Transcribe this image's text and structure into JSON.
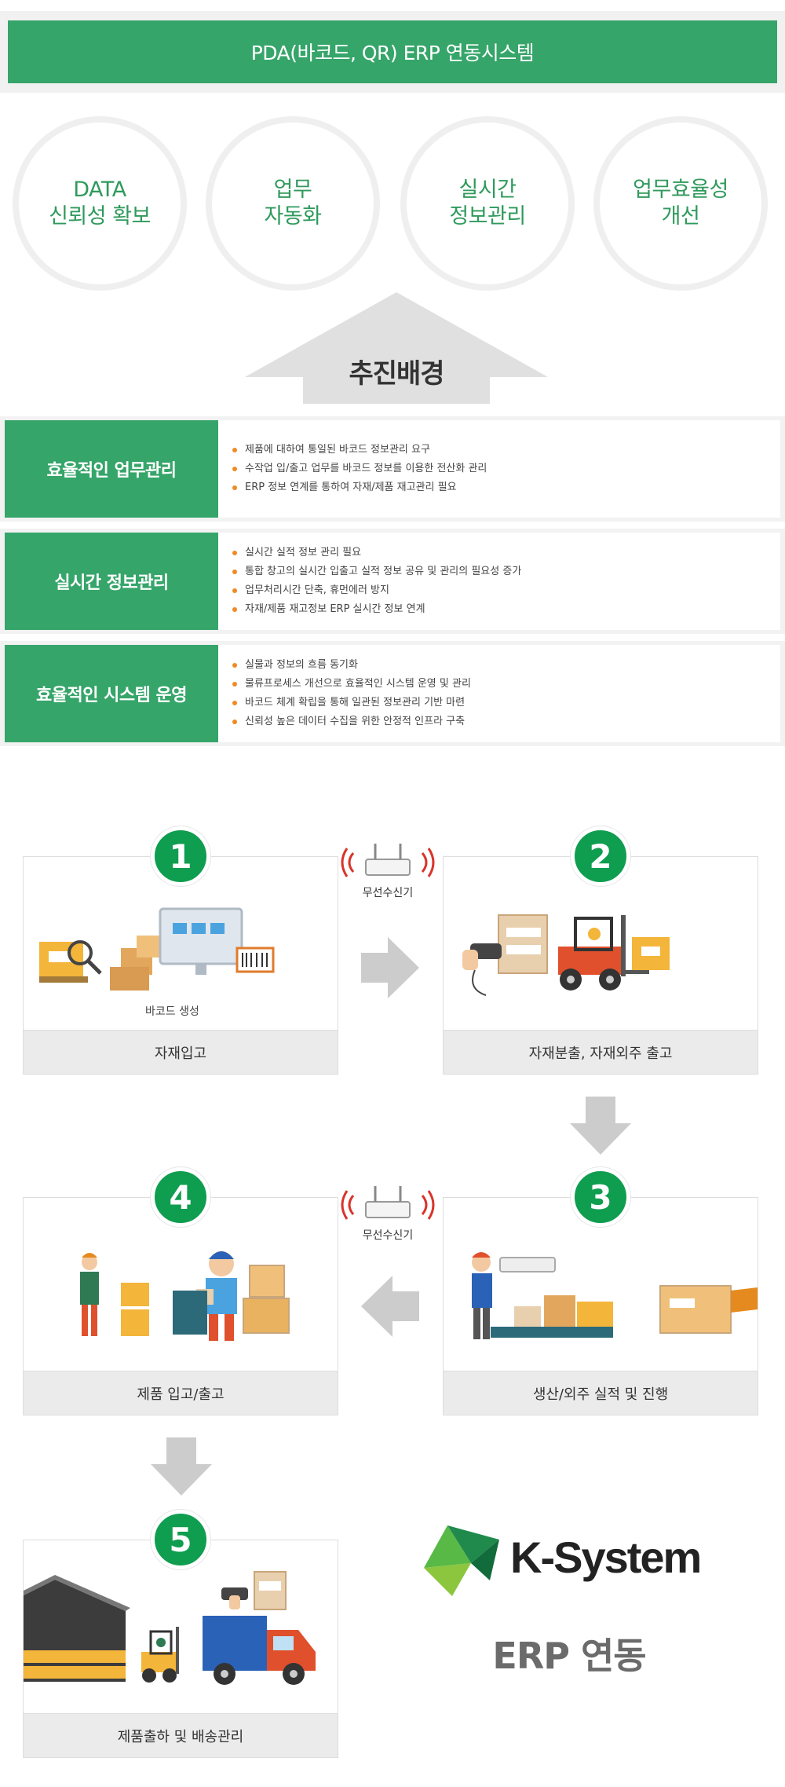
{
  "header": {
    "title": "PDA(바코드, QR)  ERP 연동시스템"
  },
  "benefits": [
    {
      "label": "DATA\n신뢰성 확보"
    },
    {
      "label": "업무\n자동화"
    },
    {
      "label": "실시간\n정보관리"
    },
    {
      "label": "업무효율성\n개선"
    }
  ],
  "background": {
    "label": "추진배경"
  },
  "rows": [
    {
      "title": "효율적인 업무관리",
      "items": [
        "제품에 대하여 통일된 바코드 정보관리 요구",
        "수작업 입/출고 업무를 바코드 정보를 이용한 전산화 관리",
        "ERP 정보 연계를 통하여 자재/제품 재고관리 필요"
      ]
    },
    {
      "title": "실시간 정보관리",
      "items": [
        "실시간 실적 정보 관리 필요",
        "통합 창고의 실시간 입출고 실적 정보 공유 및 관리의 필요성 증가",
        "업무처리시간 단축, 휴먼에러 방지",
        "자재/제품 재고정보 ERP 실시간 정보 연계"
      ]
    },
    {
      "title": "효율적인 시스템 운영",
      "items": [
        "실물과 정보의 흐름 동기화",
        "물류프로세스 개선으로 효율적인 시스템 운영 및 관리",
        "바코드 체계 확립을 통해 일관된 정보관리 기반 마련",
        "신뢰성 높은 데이터 수집을 위한 안정적 인프라 구축"
      ]
    }
  ],
  "steps": [
    {
      "num": "1",
      "caption": "자재입고",
      "sub": "바코드 생성"
    },
    {
      "num": "2",
      "caption": "자재분출, 자재외주 출고"
    },
    {
      "num": "3",
      "caption": "생산/외주 실적 및 진행"
    },
    {
      "num": "4",
      "caption": "제품 입고/출고"
    },
    {
      "num": "5",
      "caption": "제품출하 및 배송관리"
    }
  ],
  "router": {
    "label": "무선수신기"
  },
  "logo": {
    "name": "K-System",
    "sub": "ERP 연동"
  },
  "colors": {
    "green": "#36a56a",
    "step_green": "#0f9d4f",
    "bullet_orange": "#f08a24",
    "arrow_gray": "#cccccc"
  },
  "icons": [
    "wireless-router-icon",
    "barcode-scanner-icon",
    "forklift-icon",
    "truck-icon",
    "warehouse-icon",
    "worker-icon",
    "box-icon",
    "monitor-icon",
    "magnifier-icon"
  ]
}
